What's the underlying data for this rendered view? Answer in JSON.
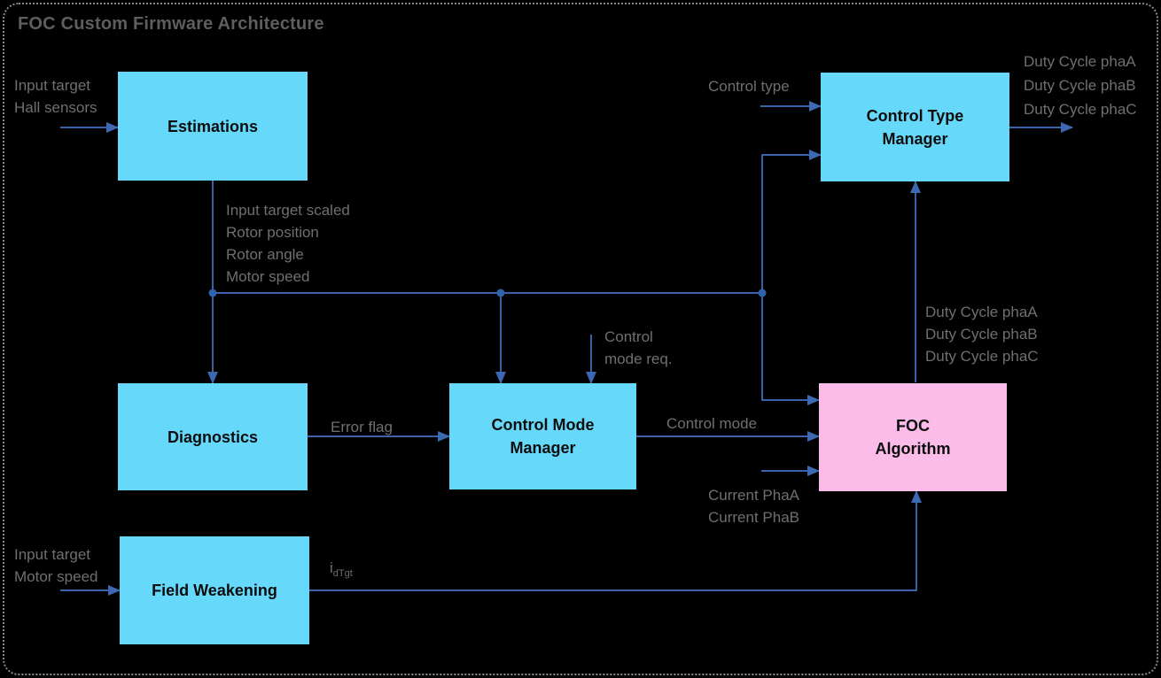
{
  "title": "FOC Custom Firmware Architecture",
  "colors": {
    "background": "#000000",
    "border": "#8A8A8A",
    "title_text": "#5E5E5E",
    "label_text": "#6F6F6F",
    "block_fill_cyan": "#66D9FA",
    "block_fill_pink": "#FBBCE9",
    "block_text": "#0D0D0D",
    "connector": "#4472C4",
    "arrowhead": "#3D68B2",
    "junction": "#2E64AE"
  },
  "blocks": {
    "estimations": {
      "label": "Estimations"
    },
    "control_type_manager": {
      "label": "Control Type\nManager"
    },
    "diagnostics": {
      "label": "Diagnostics"
    },
    "control_mode_manager": {
      "label": "Control Mode\nManager"
    },
    "foc_algorithm": {
      "label": "FOC\nAlgorithm"
    },
    "field_weakening": {
      "label": "Field Weakening"
    }
  },
  "labels": {
    "estimations_inputs": "Input target\nHall sensors",
    "control_type_input": "Control type",
    "duty_cycle_outputs_top": "Duty Cycle phaA\nDuty Cycle phaB\nDuty Cycle phaC",
    "estimations_outputs": "Input target scaled\nRotor position\nRotor angle\nMotor speed",
    "control_mode_request": "Control\nmode req.",
    "error_flag": "Error flag",
    "control_mode": "Control mode",
    "current_inputs": "Current PhaA\nCurrent PhaB",
    "duty_cycle_feedback": "Duty Cycle phaA\nDuty Cycle phaB\nDuty Cycle phaC",
    "field_weakening_inputs": "Input target\nMotor speed",
    "idtgt_base": "i",
    "idtgt_sub": "dTgt"
  }
}
